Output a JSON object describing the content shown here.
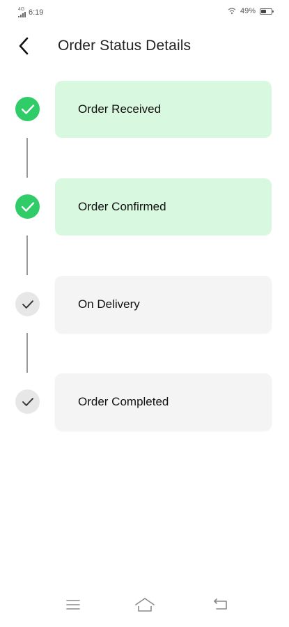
{
  "status_bar": {
    "time": "6:19",
    "network_type": "4G",
    "battery_percent": "49%",
    "battery_level": 0.49,
    "icons": [
      "signal-icon",
      "wifi-icon",
      "battery-icon"
    ]
  },
  "header": {
    "title": "Order Status Details",
    "back_icon": "chevron-left-icon"
  },
  "colors": {
    "done_icon": "#2fcc67",
    "done_card": "#d8f8df",
    "pending_icon": "#e7e7e7",
    "pending_card": "#f4f4f4"
  },
  "steps": [
    {
      "label": "Order Received",
      "status": "done"
    },
    {
      "label": "Order Confirmed",
      "status": "done"
    },
    {
      "label": "On Delivery",
      "status": "pending"
    },
    {
      "label": "Order Completed",
      "status": "pending"
    }
  ],
  "nav_bar": {
    "icons": [
      "menu-icon",
      "home-icon",
      "back-icon"
    ]
  }
}
